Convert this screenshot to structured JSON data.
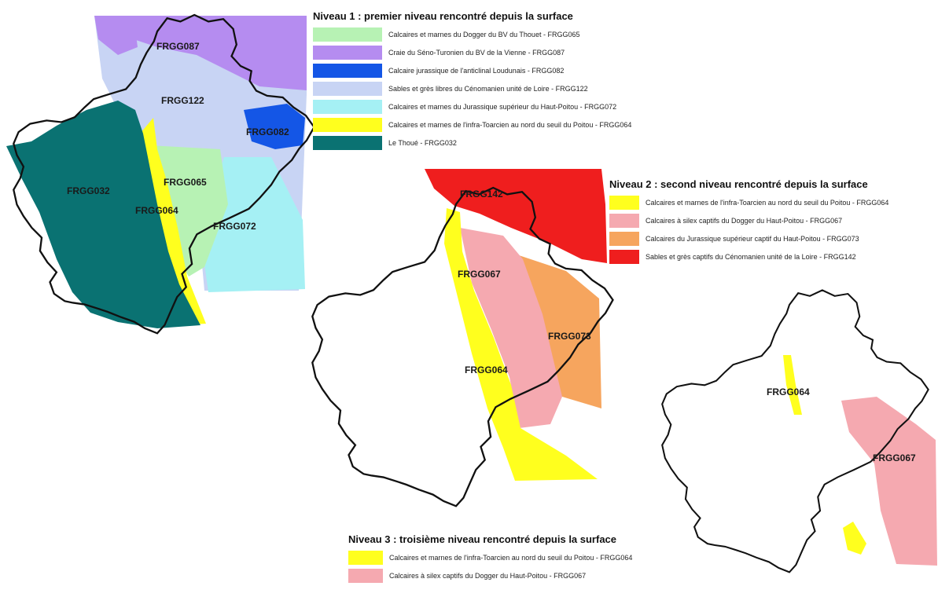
{
  "colors": {
    "FRGG065": "#b7f2b4",
    "FRGG087": "#b58cf0",
    "FRGG082": "#1456e6",
    "FRGG122": "#c8d4f4",
    "FRGG072": "#a5f0f4",
    "FRGG064": "#ffff1e",
    "FRGG032": "#0a7272",
    "FRGG067": "#f5a9b0",
    "FRGG073": "#f6a55e",
    "FRGG142": "#ef1e1e",
    "outline": "#111111"
  },
  "legends": [
    {
      "title": "Niveau 1 : premier niveau rencontré depuis la surface",
      "items": [
        {
          "label": "Calcaires et marnes du Dogger du BV du Thouet - FRGG065",
          "color": "#b7f2b4"
        },
        {
          "label": "Craie du Séno-Turonien du BV de la Vienne - FRGG087",
          "color": "#b58cf0"
        },
        {
          "label": "Calcaire jurassique de l'anticlinal Loudunais - FRGG082",
          "color": "#1456e6"
        },
        {
          "label": "Sables et grès libres du Cénomanien unité de Loire - FRGG122",
          "color": "#c8d4f4"
        },
        {
          "label": "Calcaires et marnes du Jurassique supérieur du Haut-Poitou - FRGG072",
          "color": "#a5f0f4"
        },
        {
          "label": "Calcaires et marnes de l'infra-Toarcien au nord du seuil du Poitou - FRGG064",
          "color": "#ffff1e"
        },
        {
          "label": "Le Thoué - FRGG032",
          "color": "#0a7272"
        }
      ]
    },
    {
      "title": "Niveau 2 : second niveau rencontré depuis la surface",
      "items": [
        {
          "label": "Calcaires et marnes de l'infra-Toarcien au nord du seuil du Poitou - FRGG064",
          "color": "#ffff1e"
        },
        {
          "label": "Calcaires à silex captifs du Dogger du Haut-Poitou - FRGG067",
          "color": "#f5a9b0"
        },
        {
          "label": "Calcaires du Jurassique supérieur captif du Haut-Poitou - FRGG073",
          "color": "#f6a55e"
        },
        {
          "label": "Sables et grès captifs du Cénomanien unité de la Loire - FRGG142",
          "color": "#ef1e1e"
        }
      ]
    },
    {
      "title": "Niveau 3 : troisième niveau rencontré depuis la surface",
      "items": [
        {
          "label": "Calcaires et marnes de l'infra-Toarcien au nord du seuil du Poitou - FRGG064",
          "color": "#ffff1e"
        },
        {
          "label": "Calcaires à silex captifs du Dogger du Haut-Poitou - FRGG067",
          "color": "#f5a9b0"
        }
      ]
    }
  ],
  "map_labels": {
    "level1": [
      "FRGG087",
      "FRGG122",
      "FRGG082",
      "FRGG032",
      "FRGG065",
      "FRGG064",
      "FRGG072"
    ],
    "level2": [
      "FRGG142",
      "FRGG067",
      "FRGG073",
      "FRGG064"
    ],
    "level3": [
      "FRGG064",
      "FRGG067"
    ]
  }
}
